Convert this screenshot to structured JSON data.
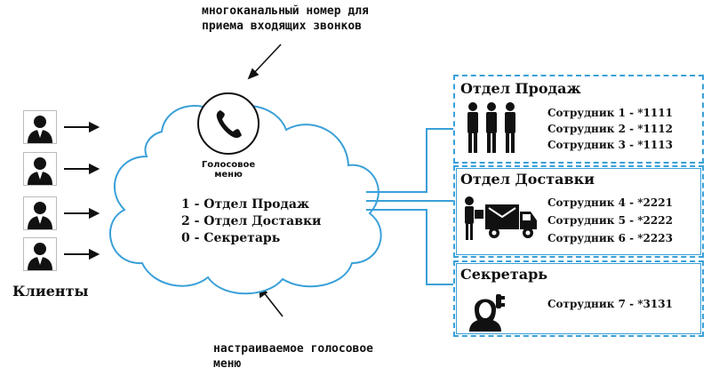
{
  "top_annotation": {
    "line1": "многоканальный номер для",
    "line2": "приема входящих звонков"
  },
  "bottom_annotation": {
    "line1": "настраиваемое голосовое",
    "line2": "меню"
  },
  "voice_menu": {
    "icon_caption_line1": "Голосовое",
    "icon_caption_line2": "меню",
    "options": [
      "1 - Отдел Продаж",
      "2 - Отдел Доставки",
      "0 - Секретарь"
    ]
  },
  "clients": {
    "label": "Клиенты",
    "count": 4
  },
  "departments": [
    {
      "title": "Отдел Продаж",
      "icon": "people-group-icon",
      "employees": [
        "Сотрудник 1 - *1111",
        "Сотрудник 2 - *1112",
        "Сотрудник 3 - *1113"
      ]
    },
    {
      "title": "Отдел Доставки",
      "icon": "delivery-truck-icon",
      "employees": [
        "Сотрудник 4 - *2221",
        "Сотрудник 5 - *2222",
        "Сотрудник 6 - *2223"
      ]
    },
    {
      "title": "Секретарь",
      "icon": "secretary-headset-icon",
      "employees": [
        "Сотрудник 7 - *3131"
      ]
    }
  ],
  "colors": {
    "accent": "#3aa0d8",
    "line": "#111111"
  }
}
